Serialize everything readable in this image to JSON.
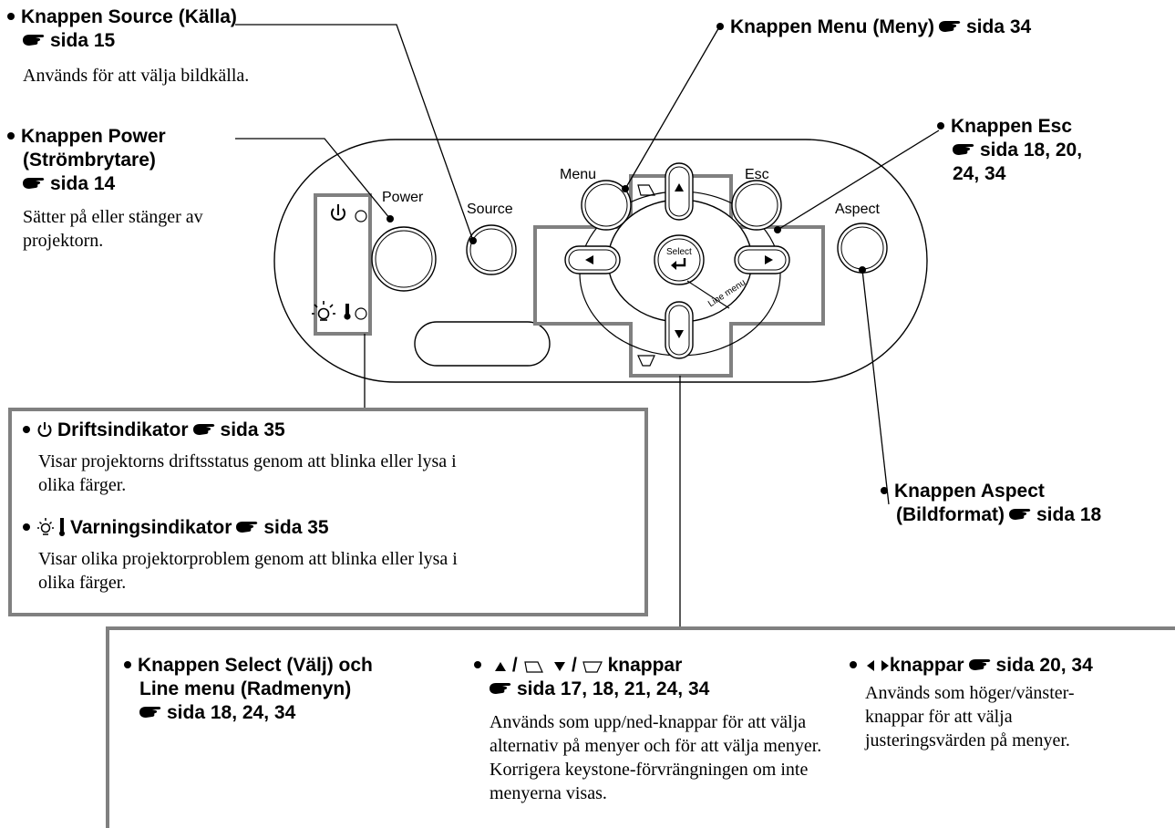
{
  "colors": {
    "panel_outline": "#000000",
    "box_border": "#808080",
    "pad_fill": "#808080"
  },
  "icons": {
    "reference": "pointing-hand-icon",
    "power": "power-symbol-icon",
    "warning_lamp": "lamp-icon",
    "thermometer": "thermometer-icon"
  },
  "panel": {
    "power_label": "Power",
    "source_label": "Source",
    "menu_label": "Menu",
    "esc_label": "Esc",
    "aspect_label": "Aspect",
    "select_label": "Select",
    "line_menu_label": "Line menu"
  },
  "callouts": {
    "source": {
      "title": "Knappen Source (Källa)",
      "ref": "sida 15",
      "desc": "Används för att välja bildkälla."
    },
    "power": {
      "title_line1": "Knappen Power",
      "title_line2": "(Strömbrytare)",
      "ref": "sida 14",
      "desc_line1": "Sätter på eller stänger av",
      "desc_line2": "projektorn."
    },
    "menu": {
      "title": "Knappen Menu (Meny)",
      "ref": "sida 34"
    },
    "esc": {
      "title": "Knappen Esc",
      "ref_line1": "sida 18, 20,",
      "ref_line2": "24, 34"
    },
    "aspect": {
      "title_line1": "Knappen Aspect",
      "title_line2": "(Bildformat)",
      "ref": "sida 18"
    }
  },
  "indicator_box": {
    "operation": {
      "title": "Driftsindikator",
      "ref": "sida 35",
      "desc_line1": "Visar projektorns driftsstatus genom att blinka eller lysa i",
      "desc_line2": "olika färger."
    },
    "warning": {
      "title": "Varningsindikator",
      "ref": "sida 35",
      "desc_line1": "Visar olika projektorproblem genom att blinka eller lysa i",
      "desc_line2": "olika färger."
    }
  },
  "bottom": {
    "select": {
      "title_line1": "Knappen Select (Välj) och",
      "title_line2": "Line menu (Radmenyn)",
      "ref": "sida 18, 24, 34"
    },
    "updown": {
      "title_sep": "/",
      "title_suffix": "knappar",
      "ref": "sida 17, 18, 21, 24, 34",
      "desc_line1": "Används som upp/ned-knappar för att välja",
      "desc_line2": "alternativ på menyer och för att välja menyer.",
      "desc_line3": "Korrigera keystone-förvrängningen om inte",
      "desc_line4": "menyerna visas."
    },
    "leftright": {
      "title": "knappar",
      "ref": "sida 20, 34",
      "desc_line1": "Används som höger/vänster-",
      "desc_line2": "knappar för att välja",
      "desc_line3": "justeringsvärden på menyer."
    }
  }
}
